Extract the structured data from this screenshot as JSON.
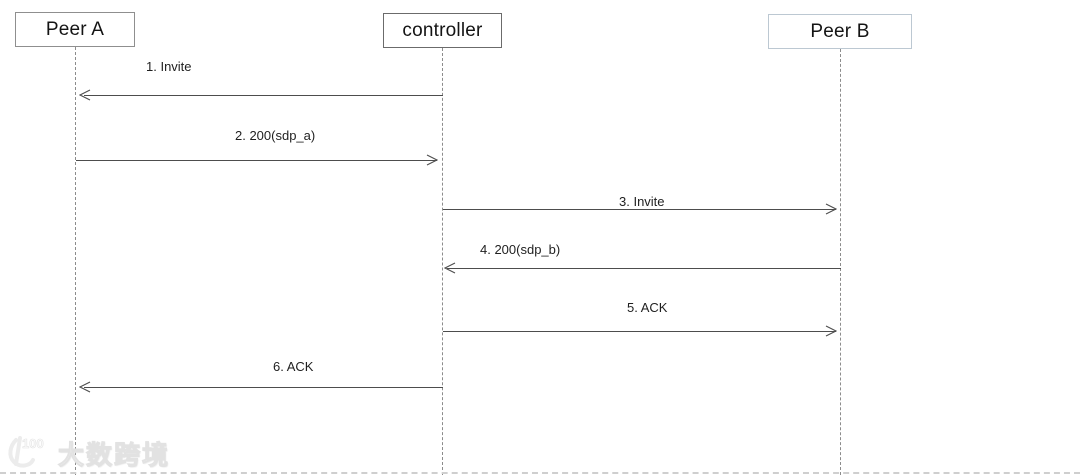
{
  "diagram_type": "sequence-diagram",
  "actors": [
    {
      "id": "peer-a",
      "label": "Peer A"
    },
    {
      "id": "controller",
      "label": "controller"
    },
    {
      "id": "peer-b",
      "label": "Peer B"
    }
  ],
  "messages": [
    {
      "label": "1. Invite",
      "from": "controller",
      "to": "peer-a",
      "direction": "left"
    },
    {
      "label": "2. 200(sdp_a)",
      "from": "peer-a",
      "to": "controller",
      "direction": "right"
    },
    {
      "label": "3. Invite",
      "from": "controller",
      "to": "peer-b",
      "direction": "right"
    },
    {
      "label": "4. 200(sdp_b)",
      "from": "peer-b",
      "to": "controller",
      "direction": "left"
    },
    {
      "label": "5. ACK",
      "from": "controller",
      "to": "peer-b",
      "direction": "right"
    },
    {
      "label": "6. ACK",
      "from": "controller",
      "to": "peer-a",
      "direction": "left"
    }
  ],
  "watermark": {
    "logo_text": "100",
    "brand_text": "大数跨境"
  },
  "colors": {
    "background": "#ffffff",
    "arrow": "#4d4d4d",
    "lifeline": "#8c8c8c",
    "actor_border_peer_a": "#8f8f8f",
    "actor_border_controller": "#6b6b6b",
    "actor_border_peer_b": "#bcc8d2",
    "text": "#1f1f1f",
    "watermark_outline": "#e2e2e2"
  }
}
